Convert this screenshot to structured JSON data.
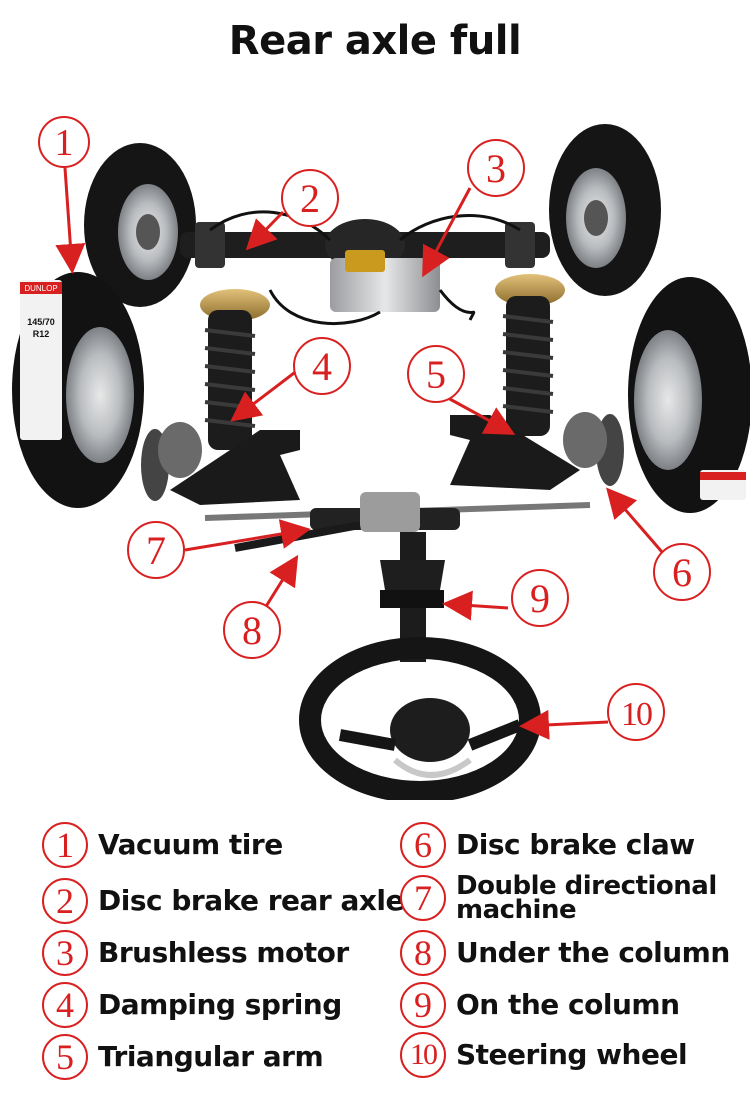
{
  "title": "Rear axle full",
  "accent_color": "#d92020",
  "callouts": [
    "1",
    "2",
    "3",
    "4",
    "5",
    "6",
    "7",
    "8",
    "9",
    "10"
  ],
  "legend": [
    {
      "num": "1",
      "label": "Vacuum tire"
    },
    {
      "num": "2",
      "label": "Disc brake rear axle"
    },
    {
      "num": "3",
      "label": "Brushless motor"
    },
    {
      "num": "4",
      "label": "Damping spring"
    },
    {
      "num": "5",
      "label": "Triangular arm"
    },
    {
      "num": "6",
      "label": "Disc brake claw"
    },
    {
      "num": "7",
      "label": "Double directional\nmachine"
    },
    {
      "num": "8",
      "label": "Under the column"
    },
    {
      "num": "9",
      "label": "On the column"
    },
    {
      "num": "10",
      "label": "Steering wheel"
    }
  ],
  "tire_label": {
    "brand": "DUNLOP",
    "size": "145/70",
    "rim": "R12"
  }
}
